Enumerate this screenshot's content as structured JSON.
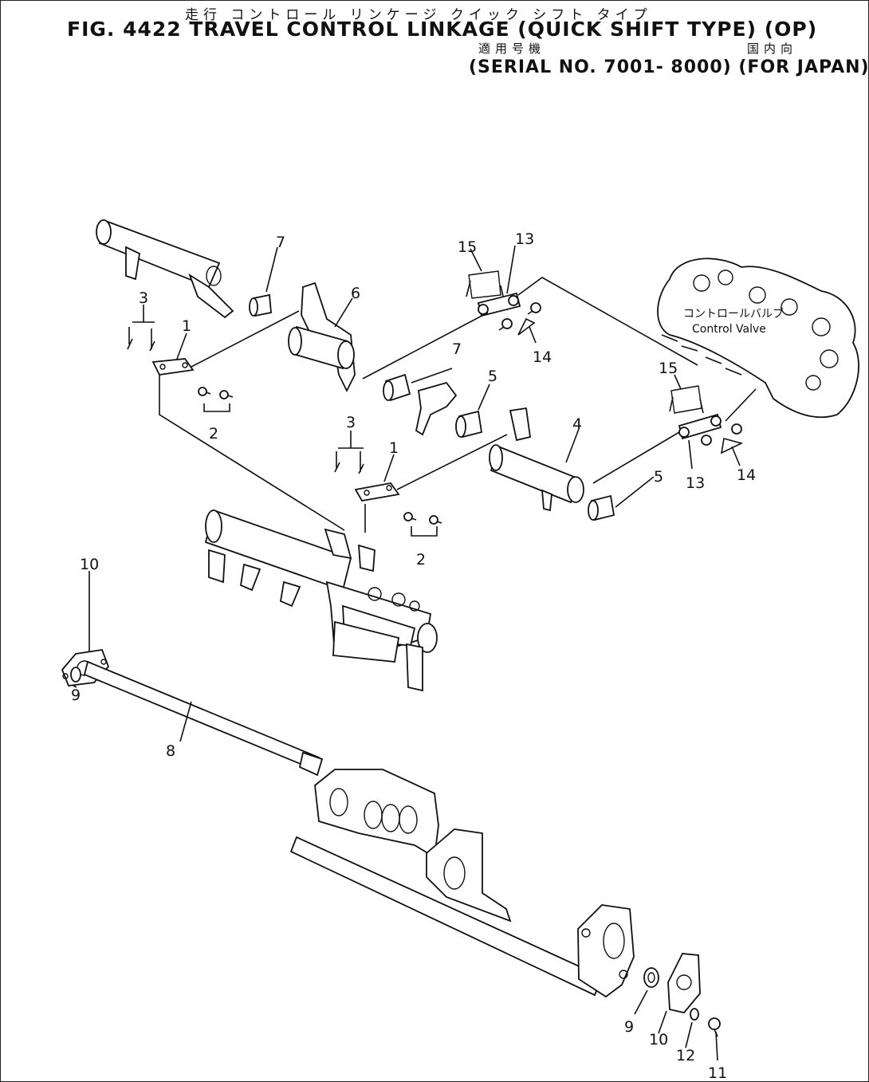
{
  "title": {
    "jp_line": "走行 コントロール リンケージ クイック シフト タイプ",
    "en_line": "FIG. 4422  TRAVEL CONTROL LINKAGE (QUICK SHIFT TYPE) (OP)",
    "jp_applic": "適用号機",
    "jp_japan": "国内向",
    "serial_line": "(SERIAL NO. 7001- 8000)  (FOR JAPAN)"
  },
  "annotations": {
    "control_valve_jp": "コントロールバルブ",
    "control_valve_en": "Control Valve"
  },
  "callouts": [
    "1",
    "2",
    "3",
    "1",
    "2",
    "3",
    "4",
    "5",
    "5",
    "6",
    "7",
    "7",
    "8",
    "9",
    "9",
    "10",
    "10",
    "11",
    "12",
    "13",
    "13",
    "14",
    "14",
    "15",
    "15"
  ]
}
